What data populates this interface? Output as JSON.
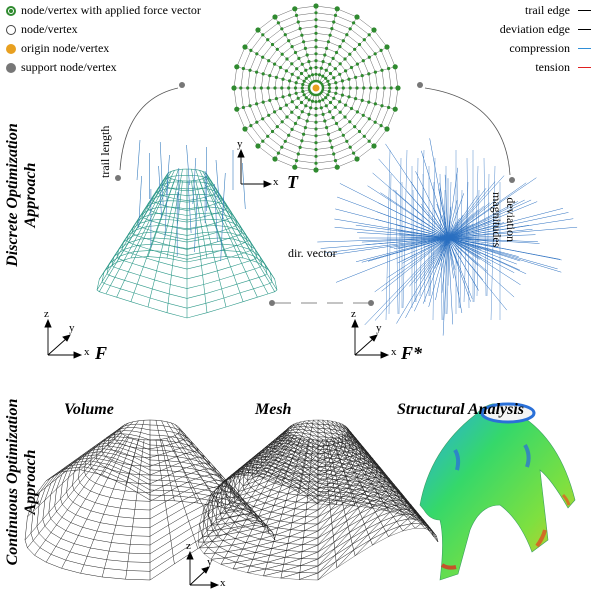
{
  "legend_left": {
    "items": [
      {
        "label": "node/vertex with applied force vector",
        "marker": "green-ring"
      },
      {
        "label": "node/vertex",
        "marker": "hollow"
      },
      {
        "label": "origin node/vertex",
        "marker": "orange"
      },
      {
        "label": "support node/vertex",
        "marker": "gray"
      }
    ]
  },
  "legend_right": {
    "items": [
      {
        "label": "trail edge",
        "color": "#000000"
      },
      {
        "label": "deviation edge",
        "color": "#000000"
      },
      {
        "label": "compression",
        "color": "#2f8fd8"
      },
      {
        "label": "tension",
        "color": "#e02020"
      }
    ]
  },
  "colors": {
    "node_green": "#2f8a2f",
    "mesh_teal": "#2f9a8a",
    "mesh_blue": "#2a6fc0",
    "support_gray": "#777777",
    "origin_orange": "#e8a020"
  },
  "discrete": {
    "side_title_line1": "Discrete Optimization",
    "side_title_line2": "Approach",
    "trail_length": "trail length",
    "deviation_line1": "deviation",
    "deviation_line2": "magnitudes",
    "dir_vector": "dir. vector",
    "T_label": "T",
    "F_label": "F",
    "Fstar_label": "F*",
    "axis_x": "x",
    "axis_y": "y",
    "axis_z": "z"
  },
  "continuous": {
    "side_title_line1": "Continuous Optimization",
    "side_title_line2": "Approach",
    "volume": "Volume",
    "mesh": "Mesh",
    "structural": "Structural Analysis"
  }
}
